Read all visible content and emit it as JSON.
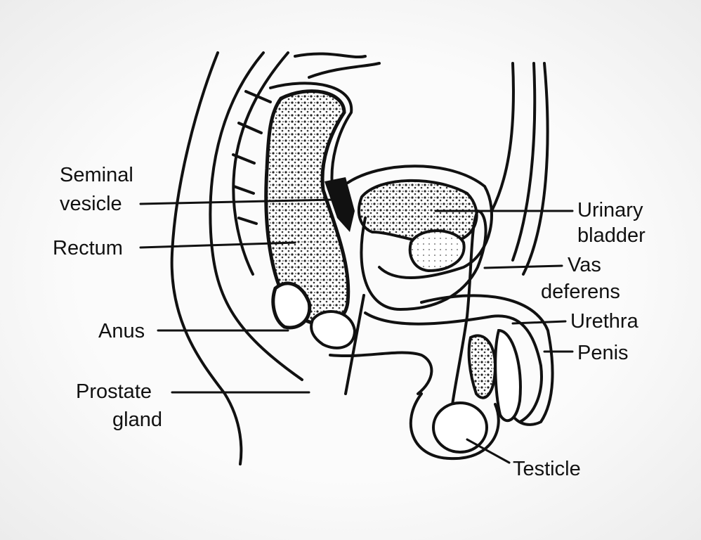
{
  "diagram": {
    "labels": {
      "seminal_vesicle": [
        "Seminal",
        "vesicle"
      ],
      "rectum": "Rectum",
      "anus": "Anus",
      "prostate_gland": [
        "Prostate",
        "gland"
      ],
      "urinary_bladder": [
        "Urinary",
        "bladder"
      ],
      "vas_deferens": [
        "Vas",
        "deferens"
      ],
      "urethra": "Urethra",
      "penis": "Penis",
      "testicle": "Testicle"
    }
  }
}
